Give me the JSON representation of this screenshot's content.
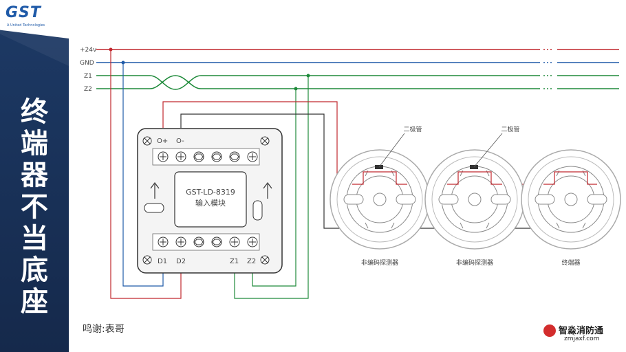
{
  "logo": {
    "brand": "GST",
    "tagline": "A United Technologies"
  },
  "title_chars": [
    "终",
    "端",
    "器",
    "不",
    "当",
    "底",
    "座"
  ],
  "bus_labels": {
    "v24": "+24v",
    "gnd": "GND",
    "z1": "Z1",
    "z2": "Z2"
  },
  "module": {
    "model": "GST-LD-8319",
    "name": "输入模块",
    "top_terminals": {
      "o_plus": "O+",
      "o_minus": "O-"
    },
    "bottom_terminals": {
      "d1": "D1",
      "d2": "D2",
      "z1": "Z1",
      "z2": "Z2"
    }
  },
  "bases": [
    {
      "label": "非编码探测器",
      "diode_label": "二极管"
    },
    {
      "label": "非编码探测器",
      "diode_label": "二极管"
    },
    {
      "label": "终端器"
    }
  ],
  "credit": "鸣谢:表哥",
  "watermark": {
    "name": "智淼消防通",
    "url": "zmjaxf.com"
  },
  "colors": {
    "sidebar": "#1d3a66",
    "v24_wire": "#c0272d",
    "gnd_wire": "#1f5aa8",
    "z_wire": "#1e8a3a",
    "black_wire": "#333333"
  }
}
